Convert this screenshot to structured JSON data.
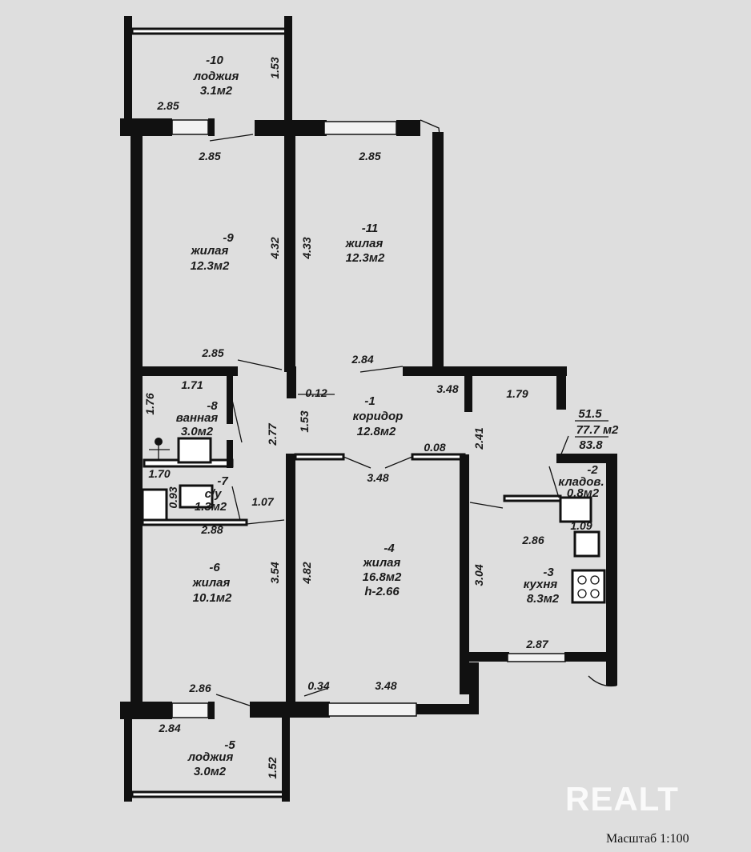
{
  "rooms": {
    "r10": {
      "num": "-10",
      "type": "лоджия",
      "area": "3.1м2"
    },
    "r9": {
      "num": "-9",
      "type": "жилая",
      "area": "12.3м2"
    },
    "r11": {
      "num": "-11",
      "type": "жилая",
      "area": "12.3м2"
    },
    "r8": {
      "num": "-8",
      "type": "ванная",
      "area": "3.0м2"
    },
    "r1": {
      "num": "-1",
      "type": "коридор",
      "area": "12.8м2"
    },
    "r7": {
      "num": "-7",
      "type": "с/у",
      "area": "1.3м2"
    },
    "r2": {
      "num": "-2",
      "type": "кладов.",
      "area": "0.8м2"
    },
    "r4": {
      "num": "-4",
      "type": "жилая",
      "area": "16.8м2",
      "height": "h-2.66"
    },
    "r6": {
      "num": "-6",
      "type": "жилая",
      "area": "10.1м2"
    },
    "r3": {
      "num": "-3",
      "type": "кухня",
      "area": "8.3м2"
    },
    "r5": {
      "num": "-5",
      "type": "лоджия",
      "area": "3.0м2"
    }
  },
  "totals": {
    "living": "51.5",
    "total": "77.7 м2",
    "overall": "83.8"
  },
  "dims": [
    "1.53",
    "2.85",
    "2.85",
    "2.85",
    "4.32",
    "4.33",
    "2.85",
    "2.84",
    "1.71",
    "1.76",
    "0.12",
    "1.53",
    "2.77",
    "3.48",
    "1.79",
    "2.41",
    "0.08",
    "3.48",
    "1.70",
    "0.93",
    "1.07",
    "2.88",
    "1.09",
    "2.86",
    "3.54",
    "4.82",
    "3.04",
    "2.87",
    "2.86",
    "0.34",
    "3.48",
    "2.84",
    "1.52"
  ],
  "watermark": "REALT",
  "scale": "Масштаб 1:100"
}
